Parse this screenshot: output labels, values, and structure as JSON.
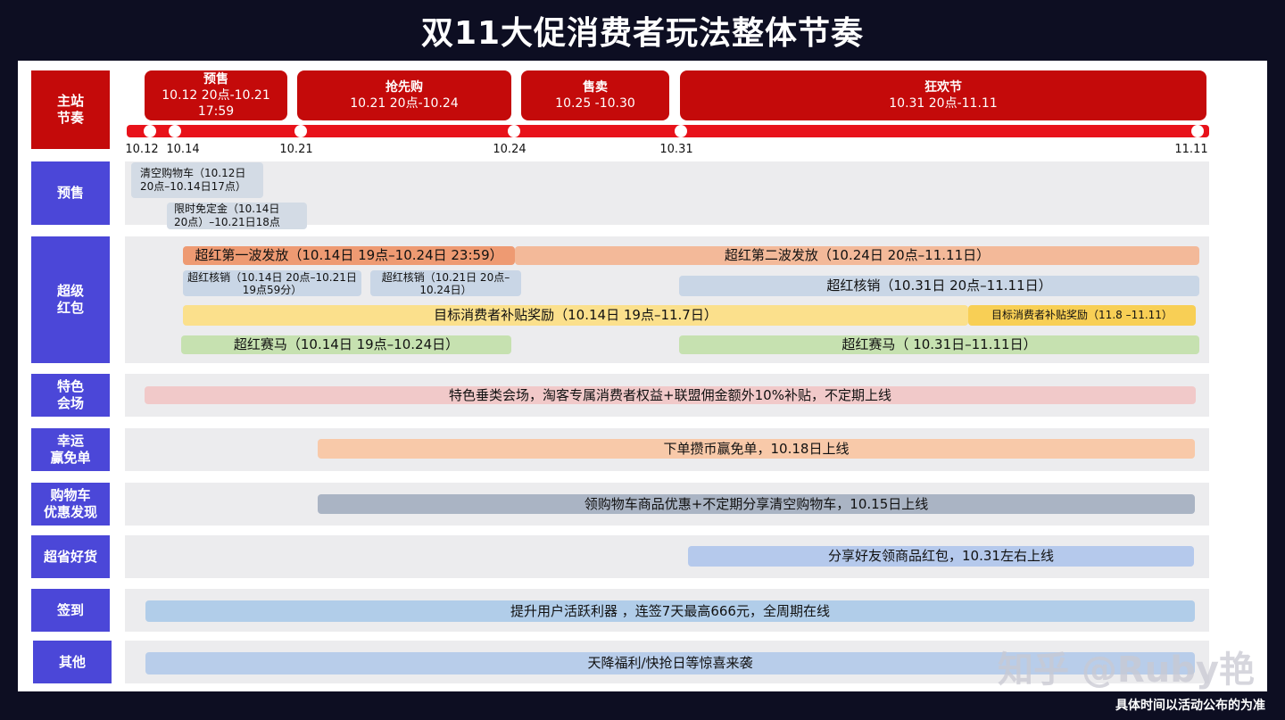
{
  "title": "双11大促消费者玩法整体节奏",
  "footer": "具体时间以活动公布的为准",
  "watermark": "知乎 @Ruby艳",
  "colors": {
    "background": "#0d0e22",
    "label_blue": "#4b47d8",
    "timeline_red": "#c40a0a"
  },
  "labels": [
    "主站\n节奏",
    "预售",
    "超级\n红包",
    "特色\n会场",
    "幸运\n赢免单",
    "购物车\n优惠发现",
    "超省好货",
    "签到",
    "其他"
  ],
  "phases": [
    {
      "name": "预售",
      "time": "10.12 20点-10.21\n17:59"
    },
    {
      "name": "抢先购",
      "time": "10.21 20点-10.24"
    },
    {
      "name": "售卖",
      "time": "10.25 -10.30"
    },
    {
      "name": "狂欢节",
      "time": "10.31 20点-11.11"
    }
  ],
  "dates": [
    "10.12",
    "10.14",
    "10.21",
    "10.24",
    "10.31",
    "11.11"
  ],
  "presale": [
    "清空购物车（10.12日\n20点–10.14日17点）",
    "限时免定金（10.14日\n20点）–10.21日18点"
  ],
  "redpacket": {
    "wave1": "超红第一波发放（10.14日 19点–10.24日 23:59）",
    "wave2": "超红第二波发放（10.24日 20点–11.11日）",
    "redeem1": "超红核销（10.14日 20点–10.21日\n19点59分）",
    "redeem2": "超红核销（10.21日 20点–\n10.24日）",
    "redeem3": "超红核销（10.31日 20点–11.11日）",
    "reward1": "目标消费者补贴奖励（10.14日 19点–11.7日）",
    "reward2": "目标消费者补贴奖励（11.8 –11.11）",
    "race1": "超红赛马（10.14日 19点–10.24日）",
    "race2": "超红赛马（ 10.31日–11.11日）"
  },
  "rows": {
    "venue": "特色垂类会场，淘客专属消费者权益+联盟佣金额外10%补贴，不定期上线",
    "lucky": "下单攒币赢免单，10.18日上线",
    "cart": "领购物车商品优惠+不定期分享清空购物车，10.15日上线",
    "goods": "分享好友领商品红包，10.31左右上线",
    "checkin": "提升用户活跃利器 ，连签7天最高666元，全周期在线",
    "other": "天降福利/快抢日等惊喜来袭"
  }
}
